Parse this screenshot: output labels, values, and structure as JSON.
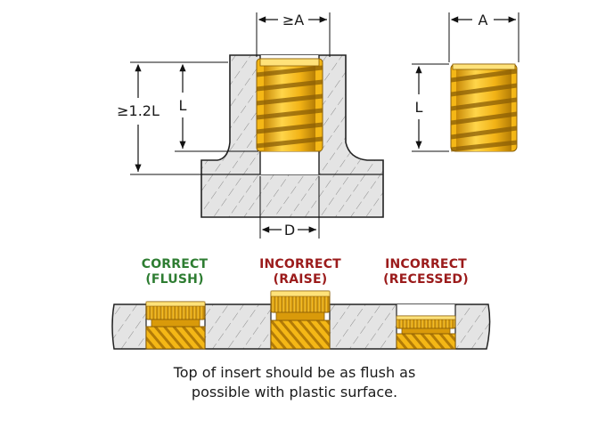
{
  "dimensions": {
    "boss_top_width": "≥A",
    "boss_depth": "≥1.2L",
    "boss_length": "L",
    "hole_diameter": "D",
    "insert_width": "A",
    "insert_length": "L"
  },
  "cases": [
    {
      "title": "CORRECT",
      "subtitle": "(FLUSH)",
      "status": "correct"
    },
    {
      "title": "INCORRECT",
      "subtitle": "(RAISE)",
      "status": "incorrect"
    },
    {
      "title": "INCORRECT",
      "subtitle": "(RECESSED)",
      "status": "incorrect"
    }
  ],
  "caption": {
    "line1": "Top of insert should be as flush as",
    "line2": "possible with plastic surface."
  },
  "colors": {
    "correct": "#2e7d32",
    "incorrect": "#9b1b1b",
    "brass": "#f2b316",
    "brass_dark": "#b07a08",
    "hatch": "#888888"
  }
}
